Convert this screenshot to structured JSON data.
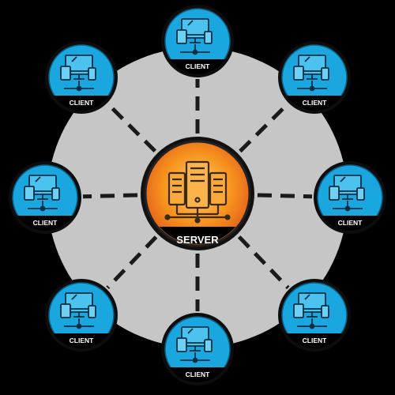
{
  "diagram": {
    "server": {
      "label": "SERVER",
      "icon": "server-rack-icon"
    },
    "clients": [
      {
        "label": "CLIENT",
        "icon": "devices-icon"
      },
      {
        "label": "CLIENT",
        "icon": "devices-icon"
      },
      {
        "label": "CLIENT",
        "icon": "devices-icon"
      },
      {
        "label": "CLIENT",
        "icon": "devices-icon"
      },
      {
        "label": "CLIENT",
        "icon": "devices-icon"
      },
      {
        "label": "CLIENT",
        "icon": "devices-icon"
      },
      {
        "label": "CLIENT",
        "icon": "devices-icon"
      },
      {
        "label": "CLIENT",
        "icon": "devices-icon"
      }
    ],
    "colors": {
      "background": "#000000",
      "ring": "#c6c6c6",
      "connector": "#1a1a1a",
      "client_fill": "#1aa7df",
      "client_border": "#0d0d0d",
      "server_fill": "#f7941d",
      "server_border": "#1a1a1a",
      "label_band": "#000000",
      "label_text": "#ffffff"
    }
  }
}
